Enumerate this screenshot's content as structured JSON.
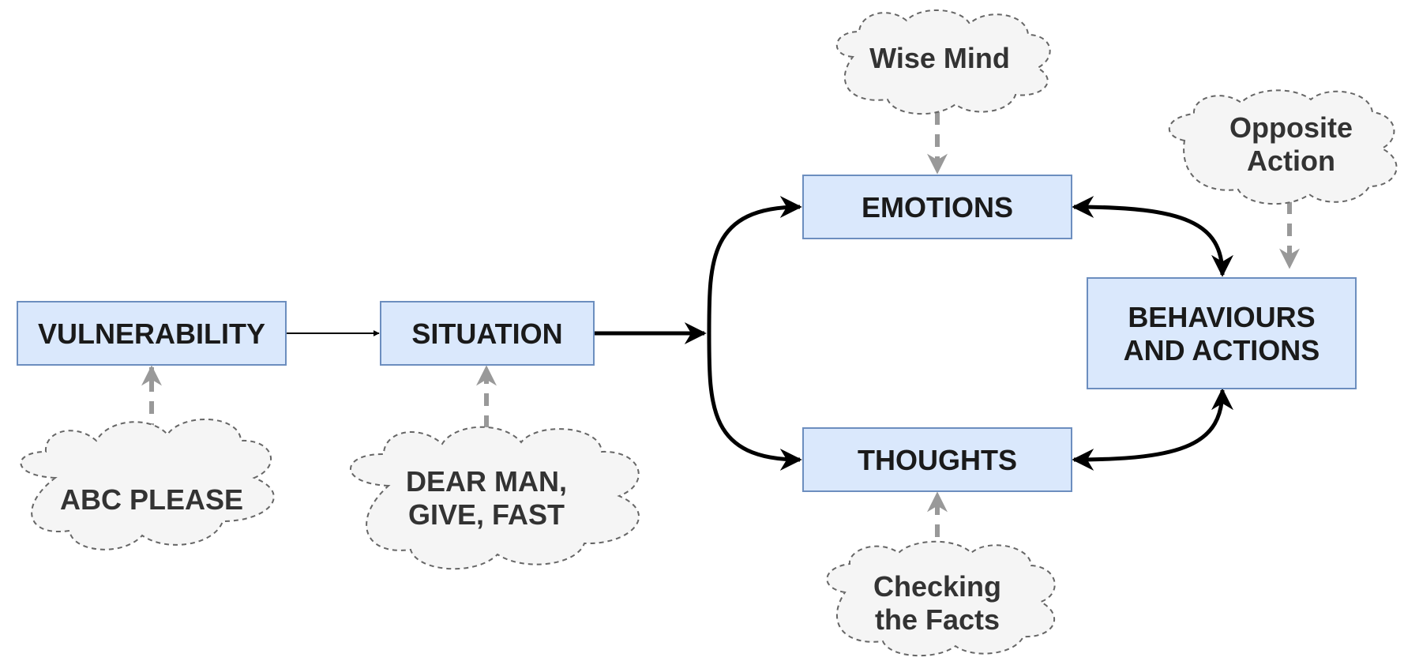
{
  "colors": {
    "box_fill": "#dae8fc",
    "box_stroke": "#6c8ebf",
    "cloud_fill": "#f5f5f5",
    "cloud_stroke": "#666666",
    "support_arrow": "#999999",
    "flow_arrow": "#000000"
  },
  "boxes": {
    "vulnerability": "VULNERABILITY",
    "situation": "SITUATION",
    "emotions": "EMOTIONS",
    "thoughts": "THOUGHTS",
    "behaviours_line1": "BEHAVIOURS",
    "behaviours_line2": "AND ACTIONS"
  },
  "clouds": {
    "abc_please": "ABC PLEASE",
    "dear_man_line1": "DEAR MAN,",
    "dear_man_line2": "GIVE, FAST",
    "wise_mind": "Wise Mind",
    "opposite_action_line1": "Opposite",
    "opposite_action_line2": "Action",
    "checking_facts_line1": "Checking",
    "checking_facts_line2": "the Facts"
  }
}
